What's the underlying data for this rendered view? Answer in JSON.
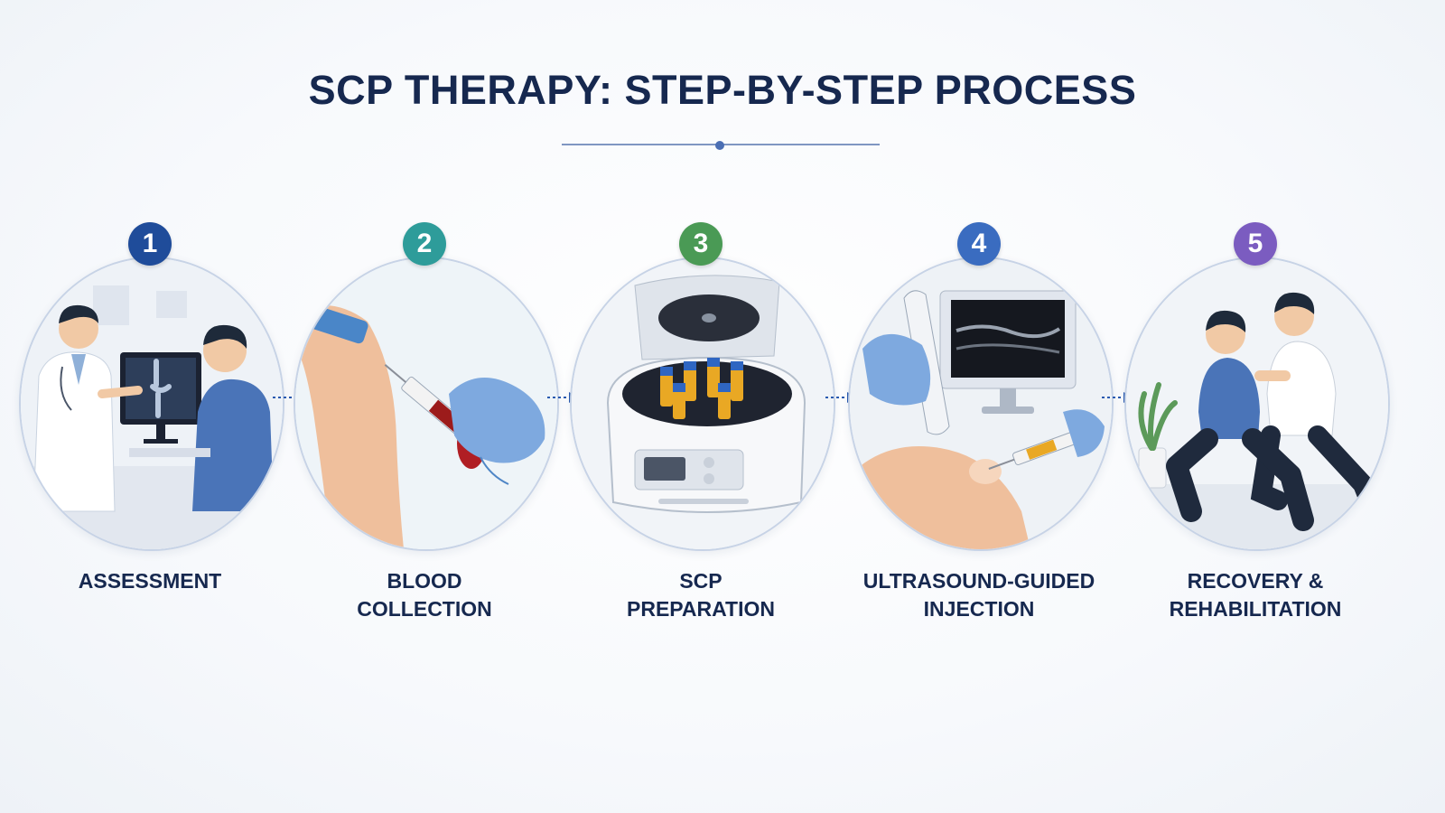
{
  "title": "SCP THERAPY: STEP-BY-STEP PROCESS",
  "colors": {
    "title": "#16284f",
    "badge_1": "#1f4c9a",
    "badge_2": "#2e9c9a",
    "badge_3": "#4a9a55",
    "badge_4": "#3a6cc0",
    "badge_5": "#7b5cc0",
    "arrow": "#2a5ab0"
  },
  "steps": [
    {
      "number": "1",
      "label_line1": "ASSESSMENT",
      "label_line2": "",
      "illustration": "doctor-reviewing-knee-xray-with-patient"
    },
    {
      "number": "2",
      "label_line1": "BLOOD",
      "label_line2": "COLLECTION",
      "illustration": "blood-draw-from-arm"
    },
    {
      "number": "3",
      "label_line1": "SCP",
      "label_line2": "PREPARATION",
      "illustration": "centrifuge-with-tubes"
    },
    {
      "number": "4",
      "label_line1": "ULTRASOUND-GUIDED",
      "label_line2": "INJECTION",
      "illustration": "ultrasound-guided-knee-injection"
    },
    {
      "number": "5",
      "label_line1": "RECOVERY &",
      "label_line2": "REHABILITATION",
      "illustration": "therapist-assisting-patient-lunge"
    }
  ]
}
